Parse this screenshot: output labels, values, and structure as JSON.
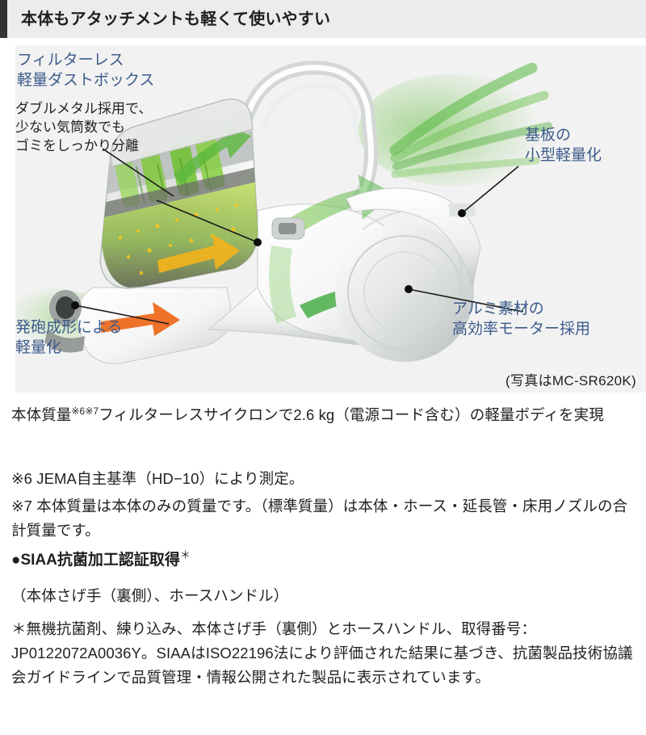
{
  "header": {
    "title": "本体もアタッチメントも軽くて使いやすい",
    "accent_color": "#333333",
    "background_color": "#ececec"
  },
  "figure": {
    "background_color": "#f2f2f2",
    "callout_color": "#3c5b8b",
    "caption": "(写真はMC-SR620K)",
    "callouts": [
      {
        "id": "dustbox",
        "heading": "フィルターレス\n軽量ダストボックス",
        "description": "ダブルメタル採用で、\n少ない気筒数でも\nゴミをしっかり分離"
      },
      {
        "id": "board",
        "heading": "基板の\n小型軽量化"
      },
      {
        "id": "motor",
        "heading": "アルミ素材の\n高効率モーター採用"
      },
      {
        "id": "foam",
        "heading": "発砲成形による\n軽量化"
      }
    ],
    "illustration": {
      "subject": "cutaway-cyclone-vacuum-cleaner",
      "product_model": "MC-SR620K",
      "airflow_arrow_color": "#57b947",
      "intake_arrow_color": "#ee6a1f",
      "separation_arrow_color": "#f5b31a"
    }
  },
  "body": {
    "lead_main_1": "本体質量",
    "lead_sup": "※6※7",
    "lead_main_2": "フィルターレスサイクロンで2.6 kg（電源コード含む）の軽量ボディを実現",
    "note_6": "※6 JEMA自主基準（HD−10）により測定。",
    "note_7": "※7 本体質量は本体のみの質量です。（標準質量）は本体・ホース・延長管・床用ノズルの合計質量です。"
  },
  "siaa": {
    "heading": "●SIAA抗菌加工認証取得",
    "heading_mark": "＊",
    "target": "（本体さげ手（裏側）、ホースハンドル）",
    "detail": "＊無機抗菌剤、練り込み、本体さげ手（裏側）とホースハンドル、取得番号：JP0122072A0036Y。SIAAはISO22196法により評価された結果に基づき、抗菌製品技術協議会ガイドラインで品質管理・情報公開された製品に表示されています。"
  }
}
